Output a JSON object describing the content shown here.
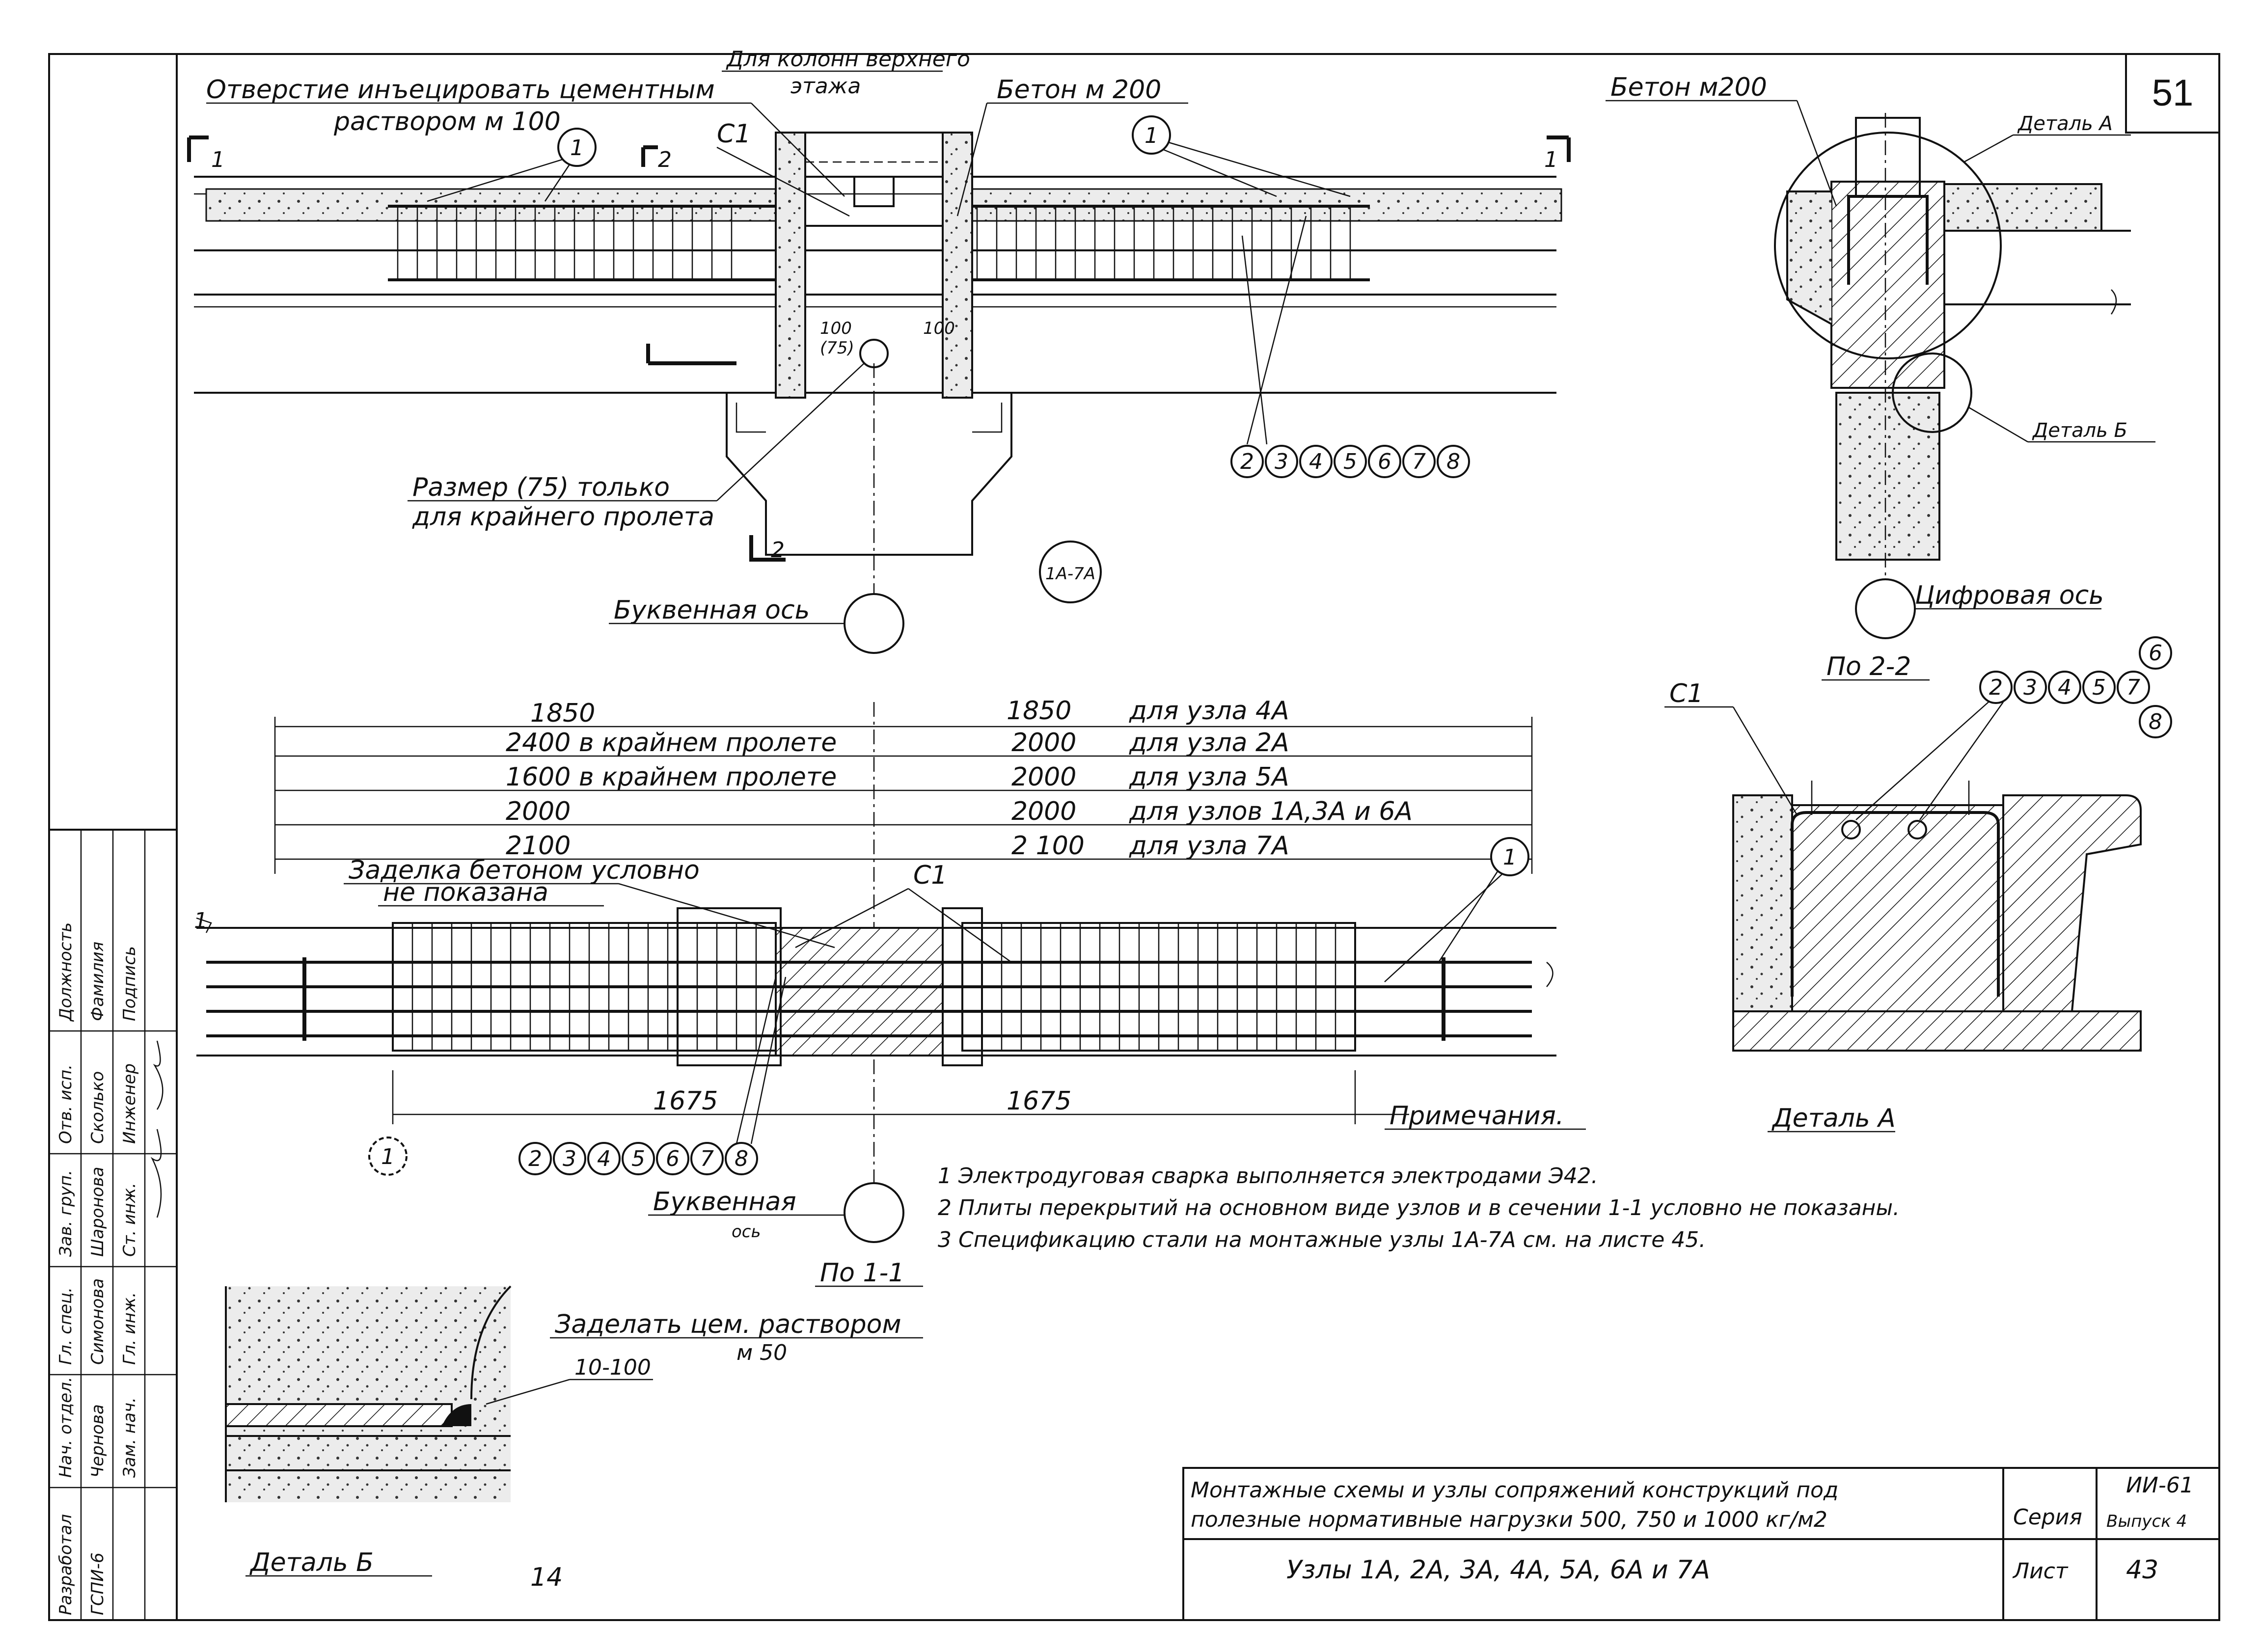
{
  "sheet_number": "51",
  "top_view": {
    "label_holes": "Отверстие инъецировать цементным",
    "label_holes_2": "раствором м 100",
    "label_column": "Для колонн верхнего",
    "label_column_2": "этажа",
    "label_concrete": "Бетон м 200",
    "mark_c1": "С1",
    "section_1": "1",
    "section_2": "2",
    "dim_100": "100",
    "dim_75": "(75)",
    "dim_100b": "100",
    "note_size": "Размер (75) только",
    "note_size_2": "для крайнего пролета",
    "axis_letter": "Буквенная ось",
    "node_range": "1А-7А",
    "callout_1": "1",
    "callouts_list": [
      "2",
      "3",
      "4",
      "5",
      "6",
      "7",
      "8"
    ]
  },
  "section_view": {
    "label_concrete": "Бетон м200",
    "detail_a": "Деталь А",
    "detail_b": "Деталь Б",
    "axis_digit": "Цифровая ось",
    "section_1": "1"
  },
  "section_22": {
    "title": "По 2-2",
    "mark_c1": "С1",
    "callouts": [
      "2",
      "3",
      "4",
      "5",
      "7"
    ],
    "callout_6": "6",
    "callout_8": "8",
    "detail_title": "Деталь А"
  },
  "plan_view": {
    "dims": [
      {
        "left": "1850",
        "right": "1850",
        "note": "для узла 4А"
      },
      {
        "left": "2400 в крайнем пролете",
        "right": "2000",
        "note": "для узла 2А"
      },
      {
        "left": "1600 в крайнем пролете",
        "right": "2000",
        "note": "для узла 5А"
      },
      {
        "left": "2000",
        "right": "2000",
        "note": "для узлов 1А,3А и 6А"
      },
      {
        "left": "2100",
        "right": "2 100",
        "note": "для узла 7А"
      }
    ],
    "label_embed": "Заделка бетоном условно",
    "label_embed_2": "не показана",
    "mark_c1": "С1",
    "callout_1": "1",
    "dim_1675_left": "1675",
    "dim_1675_right": "1675",
    "callout_1_bottom": "1",
    "callouts_list": [
      "2",
      "3",
      "4",
      "5",
      "6",
      "7",
      "8"
    ],
    "axis_letter": "Буквенная",
    "axis_letter_2": "ось",
    "section_mark": "1"
  },
  "notes": {
    "title": "Примечания.",
    "items": [
      "1 Электродуговая сварка выполняется электродами Э42.",
      "2 Плиты перекрытий на основном виде узлов и в сечении 1-1 условно не показаны.",
      "3 Спецификацию стали на монтажные узлы 1А-7А см. на листе 45."
    ]
  },
  "section_11": {
    "title": "По 1-1",
    "label": "Заделать цем. раствором",
    "label_2": "м 50",
    "dim": "10-100",
    "detail_title": "Деталь Б",
    "page_mark": "14"
  },
  "title_block": {
    "description_1": "Монтажные схемы и узлы сопряжений конструкций под",
    "description_2": "полезные нормативные нагрузки 500, 750 и 1000 кг/м2",
    "nodes": "Узлы 1А, 2А, 3А, 4А, 5А, 6А и 7А",
    "series_label": "Серия",
    "series_value": "ИИ-61",
    "issue": "Выпуск 4",
    "sheet_label": "Лист",
    "sheet_value": "43"
  },
  "side_stamp": {
    "row_labels": [
      "Разработал",
      "Нач. отдел.",
      "Гл. спец.",
      "Зав. груп.",
      "Отв. исп."
    ],
    "names": [
      "ГСПИ-6",
      "Чернова",
      "Симонова",
      "Шаронова",
      "Сколько"
    ],
    "header": [
      "Должность",
      "Фамилия",
      "Подпись"
    ],
    "extra": [
      "Зам. нач.",
      "Гл. инж.",
      "Ст. инж.",
      "Инженер"
    ]
  }
}
